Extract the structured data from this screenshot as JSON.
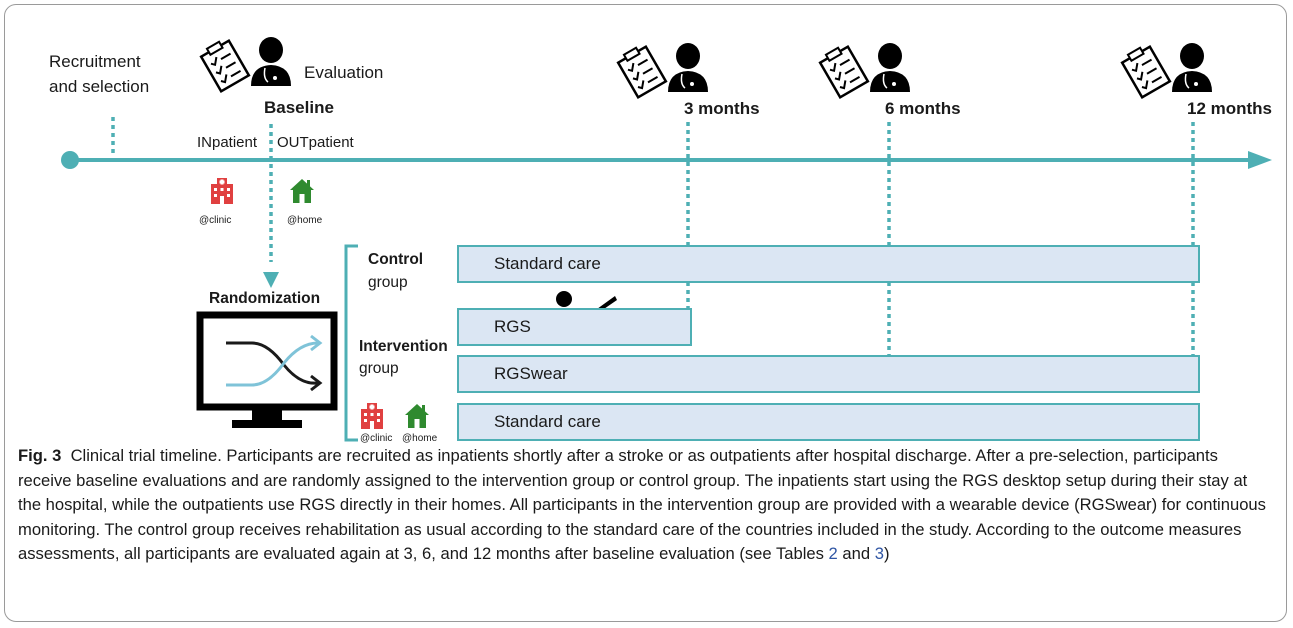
{
  "timeline": {
    "recruitment_line1": "Recruitment",
    "recruitment_line2": "and selection",
    "evaluation": "Evaluation",
    "baseline": "Baseline",
    "inpatient": "INpatient",
    "outpatient": "OUTpatient",
    "at_clinic": "@clinic",
    "at_home": "@home",
    "milestones": [
      "3 months",
      "6 months",
      "12 months"
    ]
  },
  "randomization": {
    "label": "Randomization"
  },
  "groups": {
    "control_bold": "Control",
    "control_sub": "group",
    "intervention_bold": "Intervention",
    "intervention_sub": "group",
    "at_clinic": "@clinic",
    "at_home": "@home"
  },
  "bars": {
    "control_standard_care": "Standard care",
    "rgs": "RGS",
    "rgswear": "RGSwear",
    "intervention_standard_care": "Standard care"
  },
  "caption": {
    "fig": "Fig. 3",
    "text_before": "Clinical trial timeline. Participants are recruited as inpatients shortly after a stroke or as outpatients after hospital discharge. After a pre-selection, participants receive baseline evaluations and are randomly assigned to the intervention group or control group. The inpatients start using the RGS desktop setup during their stay at the hospital, while the outpatients use RGS directly in their homes. All participants in the intervention group are provided with a wearable device (RGSwear) for continuous monitoring. The control group receives rehabilitation as usual according to the standard care of the countries included in the study. According to the outcome measures assessments, all participants are evaluated again at 3, 6, and 12 months after baseline evaluation (see Tables",
    "table_ref_1": "2",
    "text_and": "and",
    "table_ref_2": "3",
    "text_end": ")"
  },
  "colors": {
    "teal": "#4eafb4",
    "bar_fill": "#dbe6f3",
    "hospital_red": "#e04040",
    "home_green": "#2f8a2f",
    "link_blue": "#2f55a4"
  }
}
